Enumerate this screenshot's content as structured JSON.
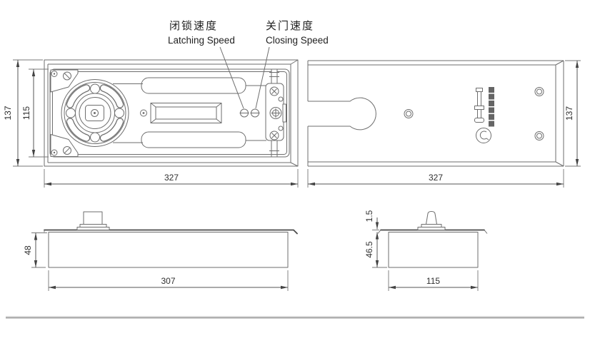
{
  "ann": {
    "latching_zh": "闭锁速度",
    "latching_en": "Latching Speed",
    "closing_zh": "关门速度",
    "closing_en": "Closing Speed"
  },
  "dims": {
    "v1_outer_h": "137",
    "v1_inner_h": "115",
    "v1_w": "327",
    "v2_h": "137",
    "v2_w": "327",
    "v3_h": "48",
    "v3_w": "307",
    "v4_lip": "1.5",
    "v4_depth": "46.5",
    "v4_w": "115"
  },
  "colors": {
    "line": "#6e6e6e",
    "dark_line": "#4a4a4a",
    "text": "#2f2f2f",
    "divider": "#9e9e9e"
  },
  "icons": {
    "brand_logo": "brand-logo-stamp",
    "valve1": "latching-speed-valve",
    "valve2": "closing-speed-valve"
  }
}
